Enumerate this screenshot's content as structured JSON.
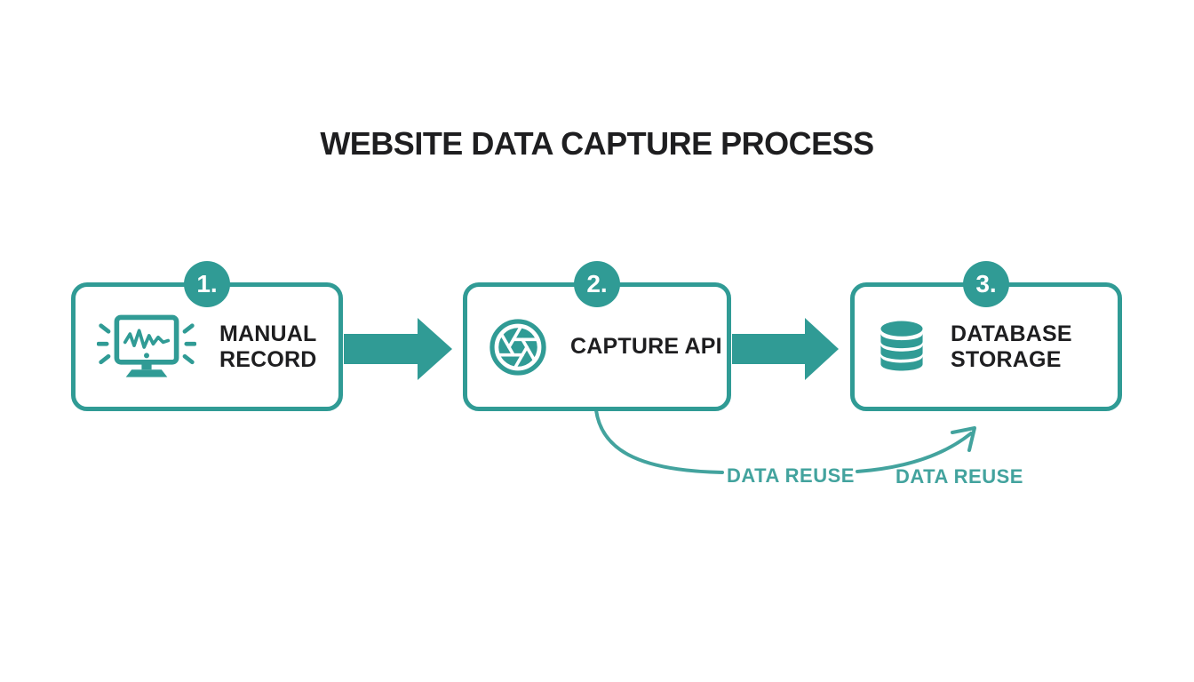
{
  "title": "WEBSITE DATA CAPTURE PROCESS",
  "steps": [
    {
      "number": "1.",
      "label": "MANUAL\nRECORD",
      "icon": "monitor-signal-icon"
    },
    {
      "number": "2.",
      "label": "CAPTURE API",
      "icon": "camera-aperture-icon"
    },
    {
      "number": "3.",
      "label": "DATABASE\nSTORAGE",
      "icon": "database-cylinder-icon"
    }
  ],
  "connectors": {
    "reuse_label_1": "DATA REUSE",
    "reuse_label_2": "DATA REUSE"
  },
  "colors": {
    "accent": "#309B95",
    "accent_soft": "#43A39E",
    "text_dark": "#1E1E20",
    "background": "#FFFFFF"
  }
}
